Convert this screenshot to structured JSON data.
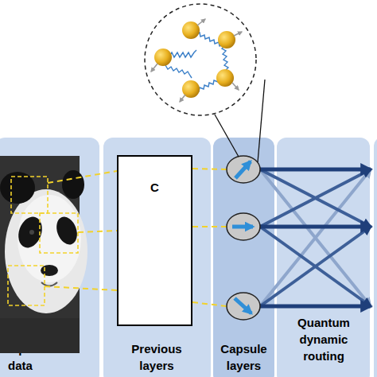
{
  "diagram": {
    "nodes": [
      {
        "text": [
          "Input data"
        ]
      },
      {
        "text": [
          "Previous layers"
        ]
      },
      {
        "text": [
          "C"
        ],
        "in": 1
      },
      {
        "text": [
          "Capsule layers"
        ]
      },
      {
        "text": [
          "Quantum dynamic routing"
        ]
      }
    ]
  }
}
